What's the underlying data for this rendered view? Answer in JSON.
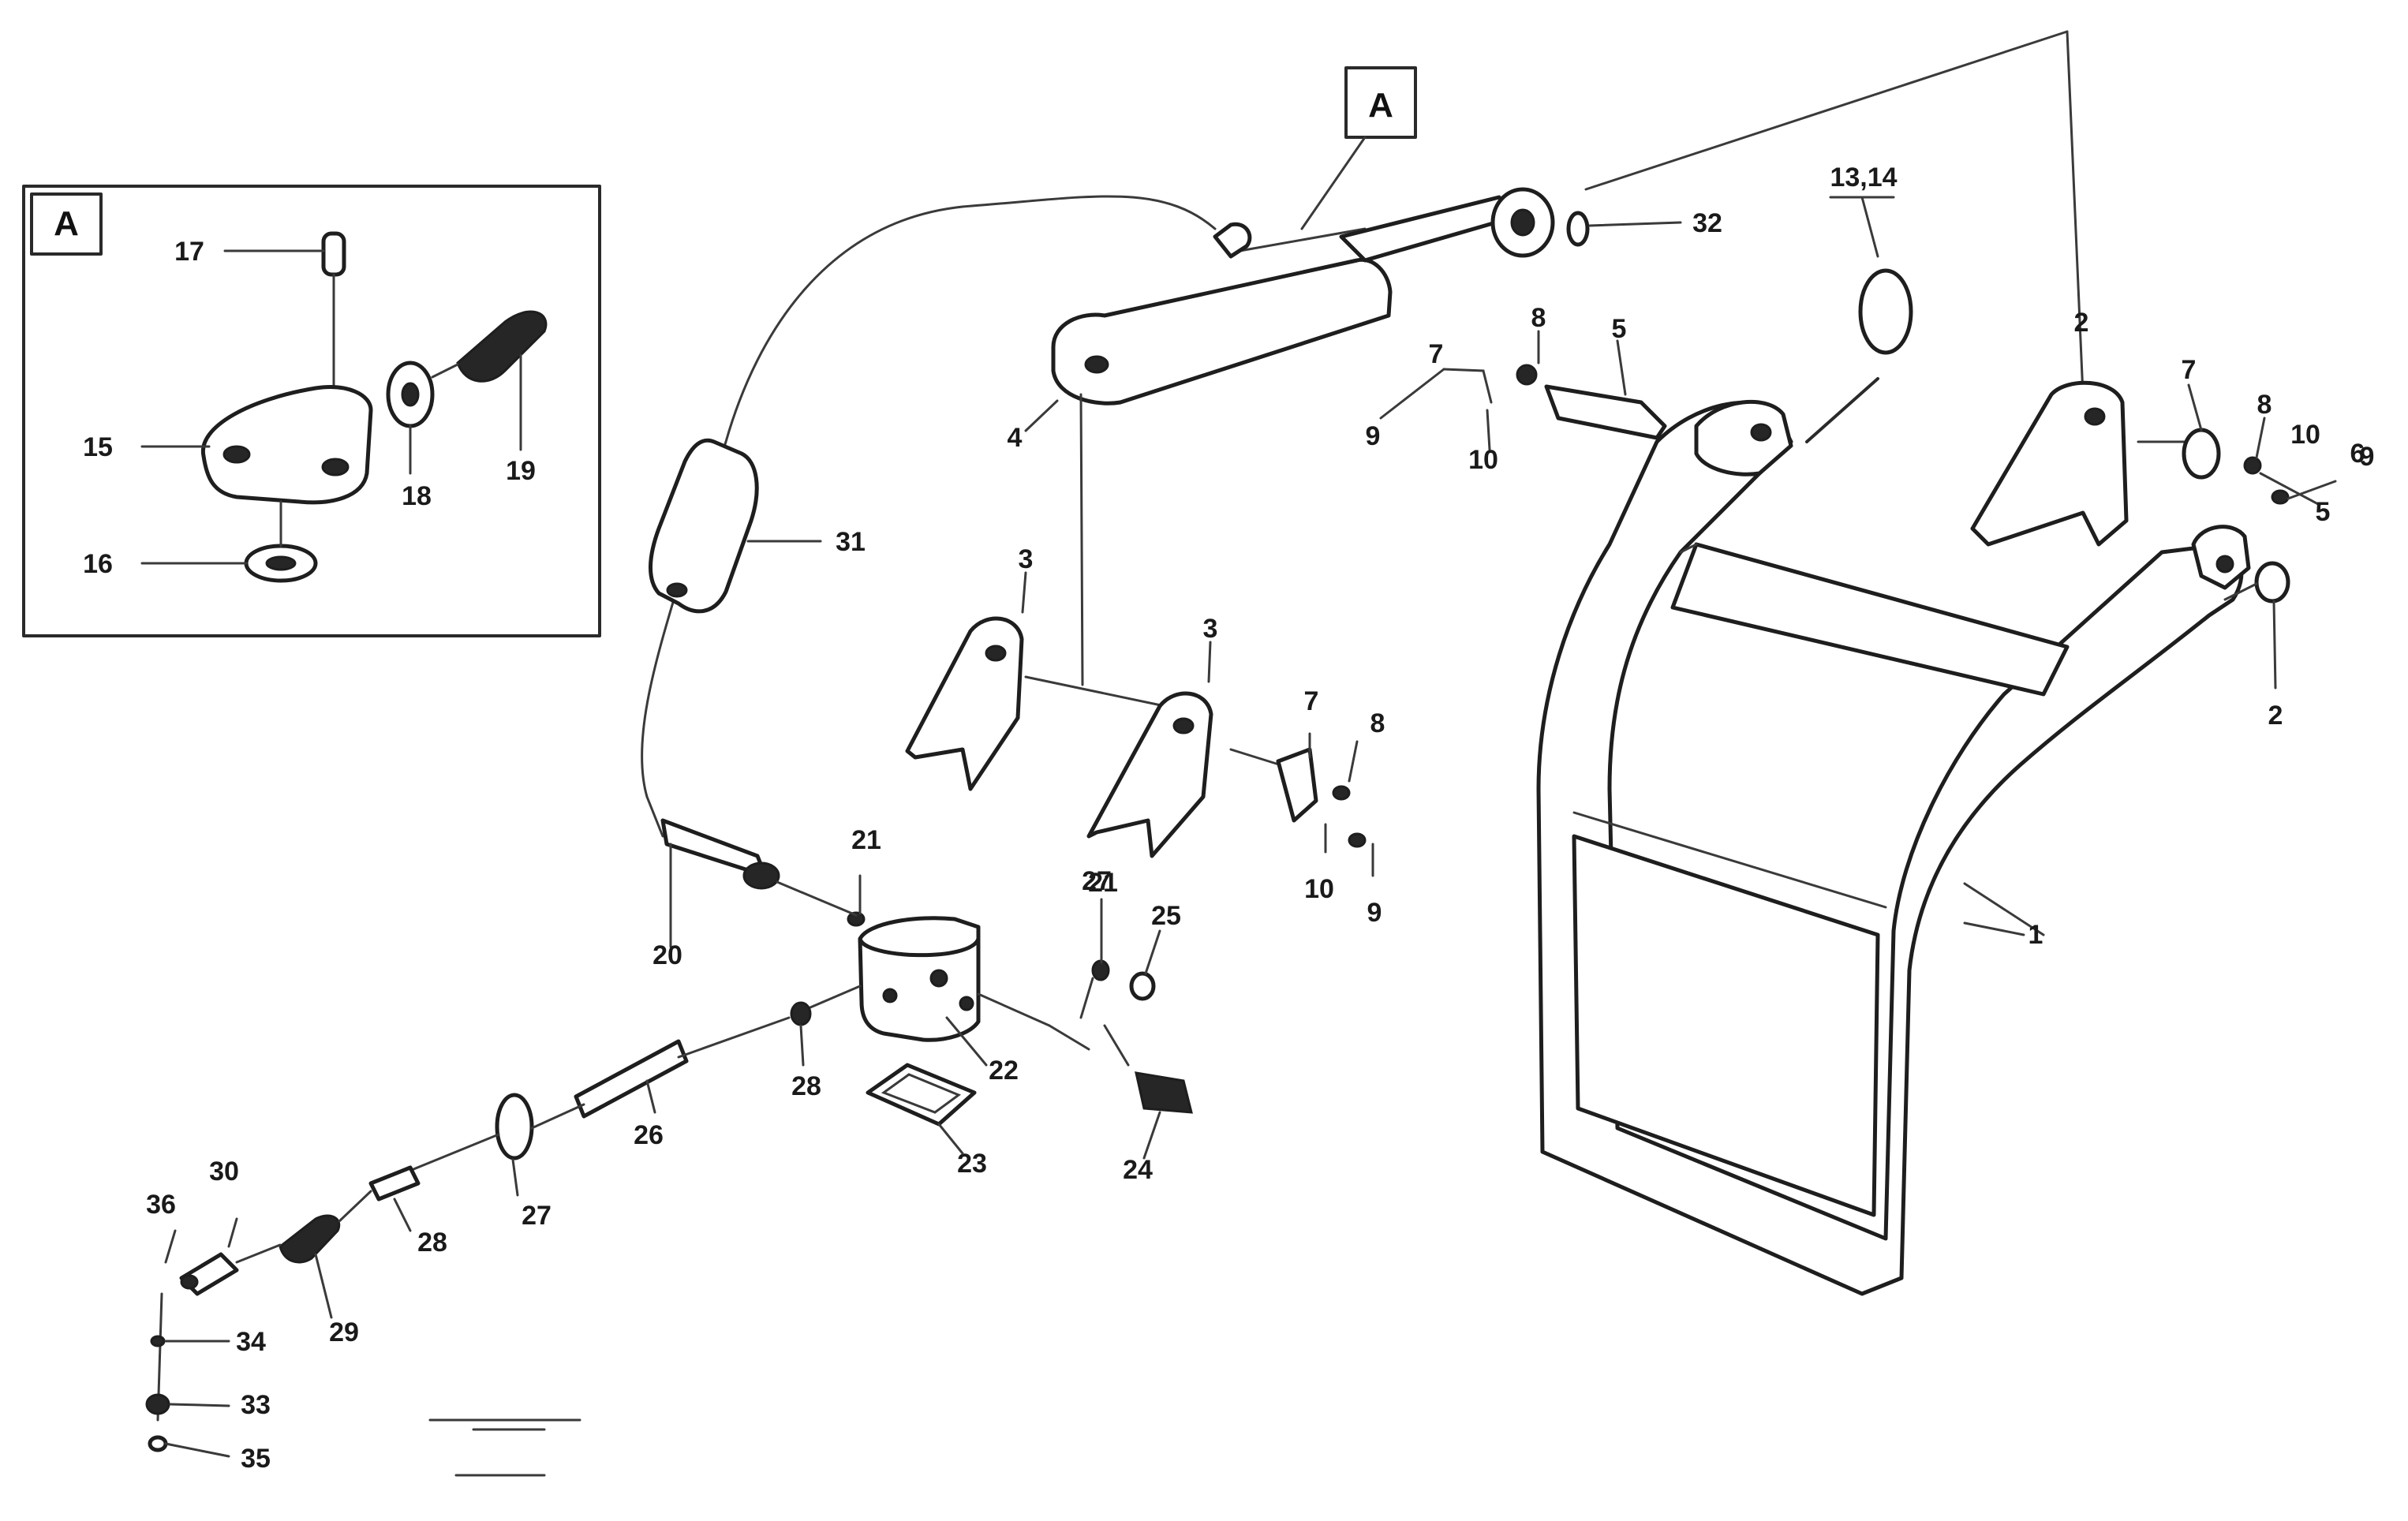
{
  "callout_box": {
    "label": "A"
  },
  "detail_view": {
    "label": "A"
  },
  "labels": {
    "l1": "1",
    "l2a": "2",
    "l2b": "2",
    "l3a": "3",
    "l3b": "3",
    "l4": "4",
    "l5a": "5",
    "l5b": "5",
    "l6": "6",
    "l7a": "7",
    "l7b": "7",
    "l7c": "7",
    "l8a": "8",
    "l8b": "8",
    "l8c": "8",
    "l9a": "9",
    "l9b": "9",
    "l9c": "9",
    "l10a": "10",
    "l10b": "10",
    "l10c": "10",
    "l13_14": "13,14",
    "l15": "15",
    "l16": "16",
    "l17": "17",
    "l18": "18",
    "l19": "19",
    "l20": "20",
    "l21a": "21",
    "l21b": "21",
    "l22": "22",
    "l23": "23",
    "l24": "24",
    "l25": "25",
    "l26": "26",
    "l27a": "27",
    "l27b": "27",
    "l28a": "28",
    "l28b": "28",
    "l29": "29",
    "l30": "30",
    "l31": "31",
    "l32": "32",
    "l33": "33",
    "l34": "34",
    "l35": "35",
    "l36": "36"
  }
}
